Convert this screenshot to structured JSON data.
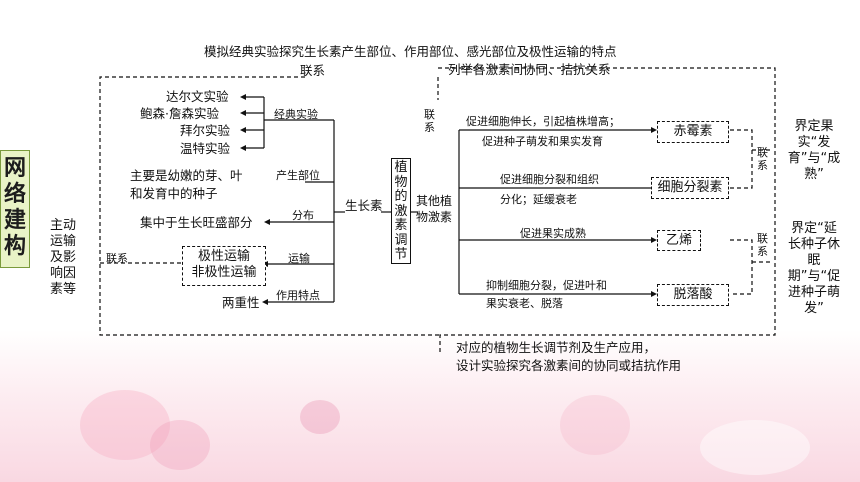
{
  "side_badge": "网络建构",
  "top_note": "模拟经典实验探究生长素产生部位、作用部位、感光部位及极性运输的特点",
  "top_right_note": "列举各激素间协同、拮抗关系",
  "link_label": "联系",
  "center": "植物的激素调节",
  "left_note": "主动运输及影响因素等",
  "auxin": {
    "title": "生长素",
    "branches": {
      "experiments": "经典实验",
      "site": "产生部位",
      "distribution": "分布",
      "transport": "运输",
      "feature": "作用特点"
    },
    "experiments": [
      "达尔文实验",
      "鲍森·詹森实验",
      "拜尔实验",
      "温特实验"
    ],
    "site_text": [
      "主要是幼嫩的芽、叶",
      "和发育中的种子"
    ],
    "distribution_text": "集中于生长旺盛部分",
    "transport_types": [
      "极性运输",
      "非极性运输"
    ],
    "feature_text": "两重性"
  },
  "other": {
    "title": [
      "其他植",
      "物激素"
    ],
    "items": [
      {
        "effect": [
          "促进细胞伸长，引起植株增高；",
          "促进种子萌发和果实发育"
        ],
        "name": "赤霉素"
      },
      {
        "effect": [
          "促进细胞分裂和组织",
          "分化；延缓衰老"
        ],
        "name": "细胞分裂素"
      },
      {
        "effect": [
          "促进果实成熟"
        ],
        "name": "乙烯"
      },
      {
        "effect": [
          "抑制细胞分裂，促进叶和",
          "果实衰老、脱落"
        ],
        "name": "脱落酸"
      }
    ]
  },
  "right_notes": {
    "top": "界定果实“发育”与“成熟”",
    "bottom": "界定“延长种子休眠期”与“促进种子萌发”"
  },
  "bottom_note": [
    "对应的植物生长调节剂及生产应用，",
    "设计实验探究各激素间的协同或拮抗作用"
  ]
}
